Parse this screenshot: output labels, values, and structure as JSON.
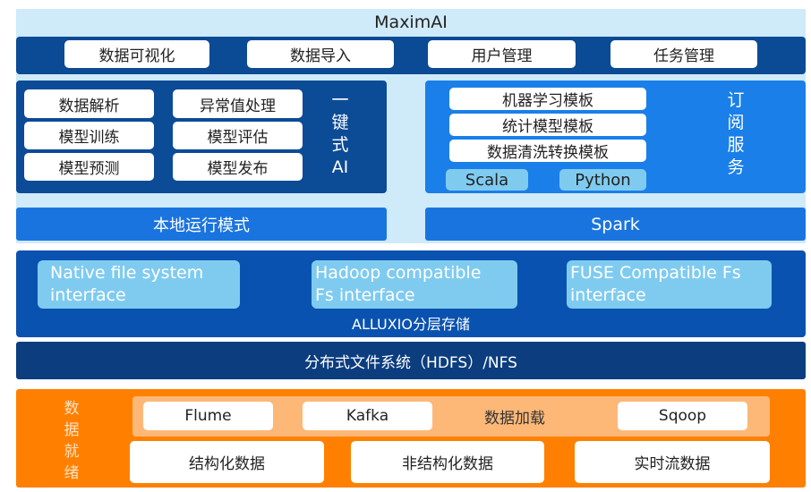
{
  "title": "MaximAI",
  "top_bar": [
    "数据可视化",
    "数据导入",
    "用户管理",
    "任务管理"
  ],
  "one_click_ai": {
    "label": "一键式AI",
    "items": [
      "数据解析",
      "异常值处理",
      "模型训练",
      "模型评估",
      "模型预测",
      "模型发布"
    ]
  },
  "subscription": {
    "label": "订阅服务",
    "templates": [
      "机器学习模板",
      "统计模型模板",
      "数据清洗转换模板"
    ],
    "languages": [
      "Scala",
      "Python"
    ]
  },
  "run_modes": [
    "本地运行模式",
    "Spark"
  ],
  "alluxio": {
    "label": "ALLUXIO分层存储",
    "interfaces": [
      "Native file system interface",
      "Hadoop compatible Fs interface",
      "FUSE Compatible Fs interface"
    ]
  },
  "hdfs": "分布式文件系统（HDFS）/NFS",
  "data_ready": {
    "label": "数据就绪",
    "loaders": [
      "Flume",
      "Kafka",
      "Sqoop"
    ],
    "loading_label": "数据加载",
    "sources": [
      "结构化数据",
      "非结构化数据",
      "实时流数据"
    ]
  }
}
